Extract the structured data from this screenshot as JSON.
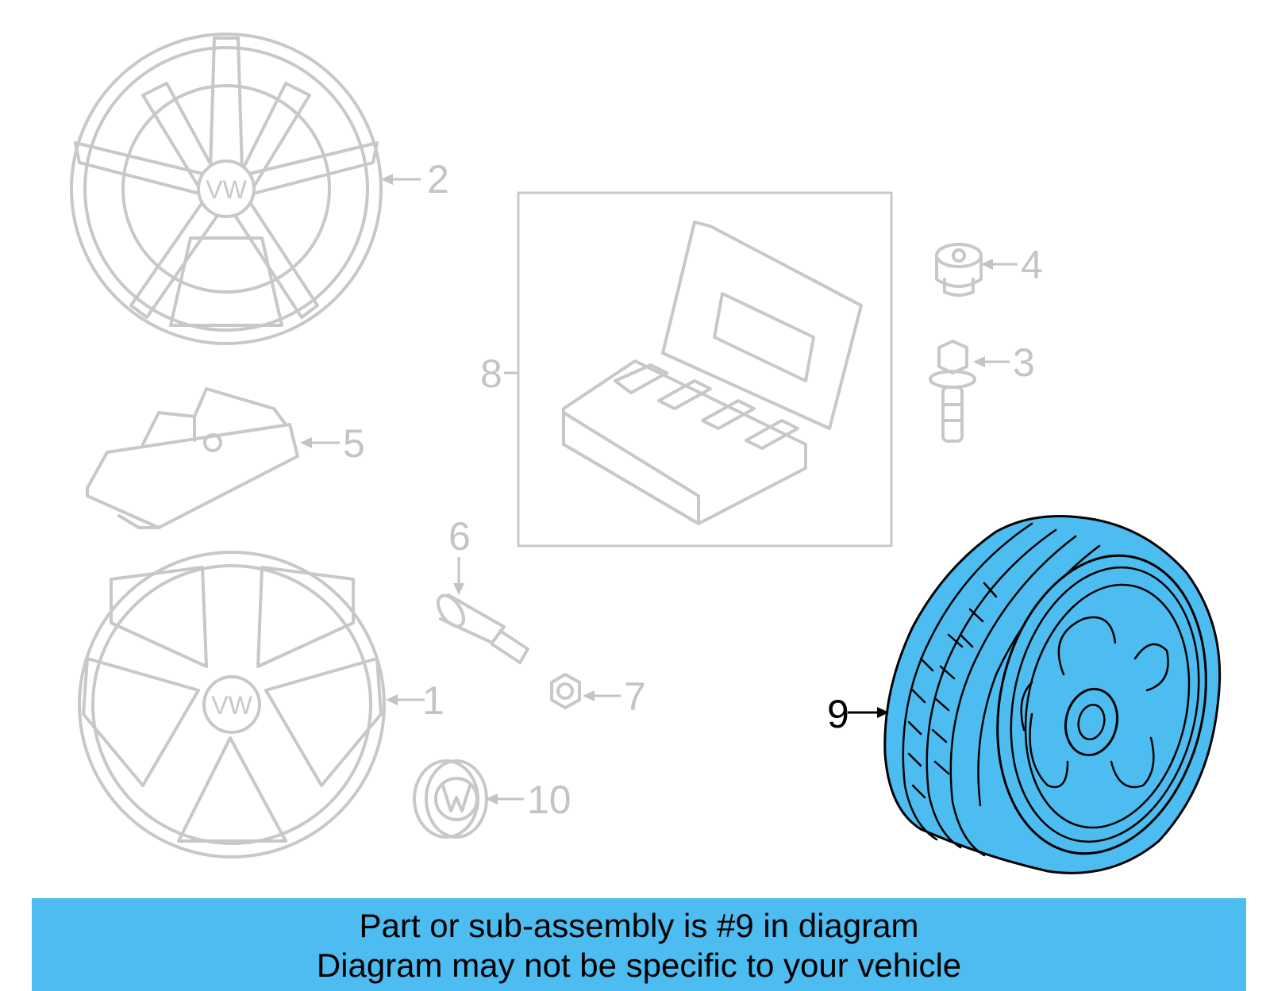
{
  "callouts": {
    "c1": "1",
    "c2": "2",
    "c3": "3",
    "c4": "4",
    "c5": "5",
    "c6": "6",
    "c7": "7",
    "c8": "8",
    "c9": "9",
    "c10": "10"
  },
  "highlight_color": "#4dbcf0",
  "faded_color": "#c8c8c8",
  "banner": {
    "line1": "Part or sub-assembly is #9 in diagram",
    "line2": "Diagram may not be specific to your vehicle"
  }
}
